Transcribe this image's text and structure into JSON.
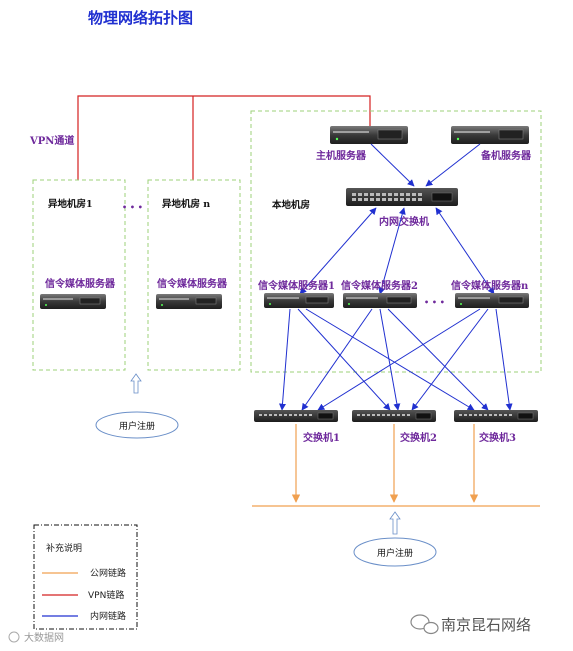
{
  "title": "物理网络拓扑图",
  "vpn_label": "VPN通道",
  "remote_rooms": {
    "room1": "异地机房1",
    "room_n": "异地机房 n",
    "server1": "信令媒体服务器",
    "server_n": "信令媒体服务器",
    "ellipsis": "• • •"
  },
  "local_room": {
    "label": "本地机房",
    "main_server": "主机服务器",
    "backup_server": "备机服务器",
    "core_switch": "内网交换机",
    "media_servers": [
      "信令媒体服务器1",
      "信令媒体服务器2",
      "信令媒体服务器n"
    ],
    "ellipsis": "• • •"
  },
  "switches": [
    "交换机1",
    "交换机2",
    "交换机3"
  ],
  "user_register_left": "用户注册",
  "user_register_bottom": "用户注册",
  "legend": {
    "title": "补充说明",
    "items": [
      {
        "label": "公网链路",
        "color": "#f0a050"
      },
      {
        "label": "VPN链路",
        "color": "#d42020"
      },
      {
        "label": "内网链路",
        "color": "#2030d0"
      }
    ]
  },
  "watermark": {
    "brand": "南京昆石网络",
    "small": "大数据网"
  },
  "colors": {
    "vpn": "#d42020",
    "intranet": "#2030d0",
    "public": "#f0a050",
    "dashed_box": "#9cd07a"
  }
}
